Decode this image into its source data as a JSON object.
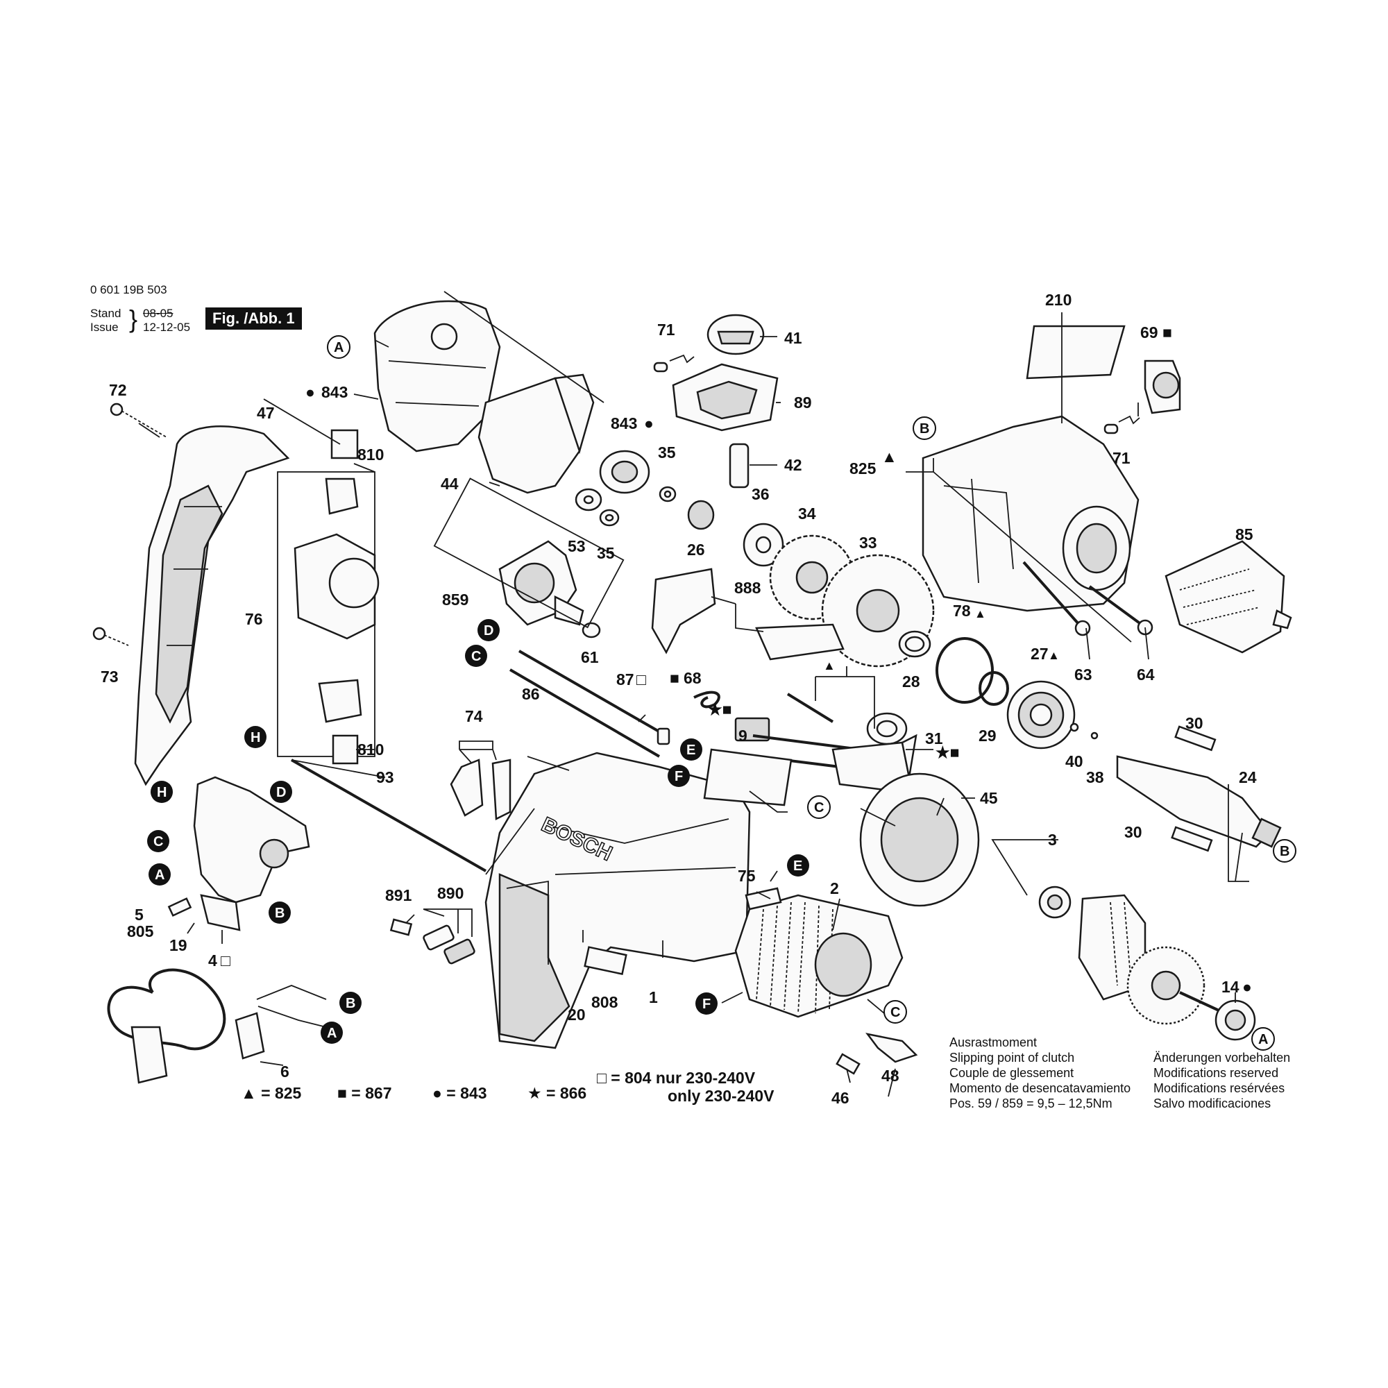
{
  "header": {
    "part_number": "0 601 19B 503",
    "stand_label": "Stand",
    "stand_date": "08-05",
    "issue_label": "Issue",
    "issue_date": "12-12-05",
    "figure": "Fig. /Abb. 1"
  },
  "parts": [
    {
      "id": "p1",
      "text": "1"
    },
    {
      "id": "p2",
      "text": "2"
    },
    {
      "id": "p3",
      "text": "3"
    },
    {
      "id": "p4",
      "text": "4"
    },
    {
      "id": "p5",
      "text": "5"
    },
    {
      "id": "p6",
      "text": "6"
    },
    {
      "id": "p9",
      "text": "9"
    },
    {
      "id": "p14",
      "text": "14"
    },
    {
      "id": "p19",
      "text": "19"
    },
    {
      "id": "p20",
      "text": "20"
    },
    {
      "id": "p24",
      "text": "24"
    },
    {
      "id": "p26",
      "text": "26"
    },
    {
      "id": "p27",
      "text": "27"
    },
    {
      "id": "p28",
      "text": "28"
    },
    {
      "id": "p29",
      "text": "29"
    },
    {
      "id": "p30a",
      "text": "30"
    },
    {
      "id": "p30b",
      "text": "30"
    },
    {
      "id": "p31",
      "text": "31"
    },
    {
      "id": "p33",
      "text": "33"
    },
    {
      "id": "p34",
      "text": "34"
    },
    {
      "id": "p35a",
      "text": "35"
    },
    {
      "id": "p35b",
      "text": "35"
    },
    {
      "id": "p36",
      "text": "36"
    },
    {
      "id": "p38",
      "text": "38"
    },
    {
      "id": "p40",
      "text": "40"
    },
    {
      "id": "p41",
      "text": "41"
    },
    {
      "id": "p42",
      "text": "42"
    },
    {
      "id": "p44",
      "text": "44"
    },
    {
      "id": "p45",
      "text": "45"
    },
    {
      "id": "p46",
      "text": "46"
    },
    {
      "id": "p47",
      "text": "47"
    },
    {
      "id": "p48",
      "text": "48"
    },
    {
      "id": "p53",
      "text": "53"
    },
    {
      "id": "p61",
      "text": "61"
    },
    {
      "id": "p63",
      "text": "63"
    },
    {
      "id": "p64",
      "text": "64"
    },
    {
      "id": "p68",
      "text": "68"
    },
    {
      "id": "p69",
      "text": "69"
    },
    {
      "id": "p71a",
      "text": "71"
    },
    {
      "id": "p71b",
      "text": "71"
    },
    {
      "id": "p72",
      "text": "72"
    },
    {
      "id": "p73",
      "text": "73"
    },
    {
      "id": "p74",
      "text": "74"
    },
    {
      "id": "p75",
      "text": "75"
    },
    {
      "id": "p76",
      "text": "76"
    },
    {
      "id": "p78",
      "text": "78"
    },
    {
      "id": "p85",
      "text": "85"
    },
    {
      "id": "p86",
      "text": "86"
    },
    {
      "id": "p87",
      "text": "87"
    },
    {
      "id": "p89",
      "text": "89"
    },
    {
      "id": "p93",
      "text": "93"
    },
    {
      "id": "p210",
      "text": "210"
    },
    {
      "id": "p805",
      "text": "805"
    },
    {
      "id": "p808",
      "text": "808"
    },
    {
      "id": "p810a",
      "text": "810"
    },
    {
      "id": "p810b",
      "text": "810"
    },
    {
      "id": "p825",
      "text": "825"
    },
    {
      "id": "p843a",
      "text": "843"
    },
    {
      "id": "p843b",
      "text": "843"
    },
    {
      "id": "p859",
      "text": "859"
    },
    {
      "id": "p888",
      "text": "888"
    },
    {
      "id": "p890",
      "text": "890"
    },
    {
      "id": "p891",
      "text": "891"
    }
  ],
  "connectors": [
    {
      "id": "cA1",
      "text": "A"
    },
    {
      "id": "cB1",
      "text": "B"
    },
    {
      "id": "cD1",
      "text": "D"
    },
    {
      "id": "cC1",
      "text": "C"
    },
    {
      "id": "cE1",
      "text": "E"
    },
    {
      "id": "cF1",
      "text": "F"
    },
    {
      "id": "cH1",
      "text": "H"
    },
    {
      "id": "cH2",
      "text": "H"
    },
    {
      "id": "cD2",
      "text": "D"
    },
    {
      "id": "cC2",
      "text": "C"
    },
    {
      "id": "cA2",
      "text": "A"
    },
    {
      "id": "cB2",
      "text": "B"
    },
    {
      "id": "cB3",
      "text": "B"
    },
    {
      "id": "cA3",
      "text": "A"
    },
    {
      "id": "cC3",
      "text": "C"
    },
    {
      "id": "cB4",
      "text": "B"
    },
    {
      "id": "cE2",
      "text": "E"
    },
    {
      "id": "cF2",
      "text": "F"
    },
    {
      "id": "cC4",
      "text": "C"
    },
    {
      "id": "cA4",
      "text": "A"
    }
  ],
  "brand": "BOSCH",
  "legend": [
    {
      "symbol": "▲",
      "text": "= 825"
    },
    {
      "symbol": "■",
      "text": "= 867"
    },
    {
      "symbol": "●",
      "text": "= 843"
    },
    {
      "symbol": "★",
      "text": "= 866"
    }
  ],
  "voltage_note": {
    "line1": "□ = 804 nur 230-240V",
    "line2": "only 230-240V"
  },
  "clutch_note": {
    "lines": [
      "Ausrastmoment",
      "Slipping point of clutch",
      "Couple de glessement",
      "Momento de desencatavamiento",
      "Pos.  59 / 859  =   9,5  –  12,5Nm"
    ]
  },
  "modifications_note": {
    "lines": [
      "Änderungen vorbehalten",
      "Modifications reserved",
      "Modifications resérvées",
      "Salvo modificaciones"
    ]
  }
}
